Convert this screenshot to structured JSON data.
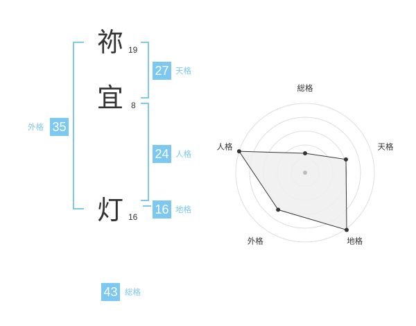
{
  "name_chars": [
    {
      "char": "祢",
      "strokes": "19"
    },
    {
      "char": "宜",
      "strokes": "8"
    },
    {
      "char": "灯",
      "strokes": "16"
    }
  ],
  "fortunes": {
    "tenkaku": {
      "value": "27",
      "label": "天格"
    },
    "jinkaku": {
      "value": "24",
      "label": "人格"
    },
    "chikaku": {
      "value": "16",
      "label": "地格"
    },
    "gaikaku": {
      "value": "35",
      "label": "外格"
    },
    "soukaku": {
      "value": "43",
      "label": "総格"
    }
  },
  "radar": {
    "axes": [
      "総格",
      "天格",
      "地格",
      "外格",
      "人格"
    ],
    "values": [
      0.28,
      0.62,
      1.02,
      0.66,
      1.0
    ],
    "colors": {
      "fill": "#eeeeee",
      "line": "#333333",
      "grid": "#dddddd",
      "point": "#333333",
      "center": "#bbbbbb"
    }
  }
}
